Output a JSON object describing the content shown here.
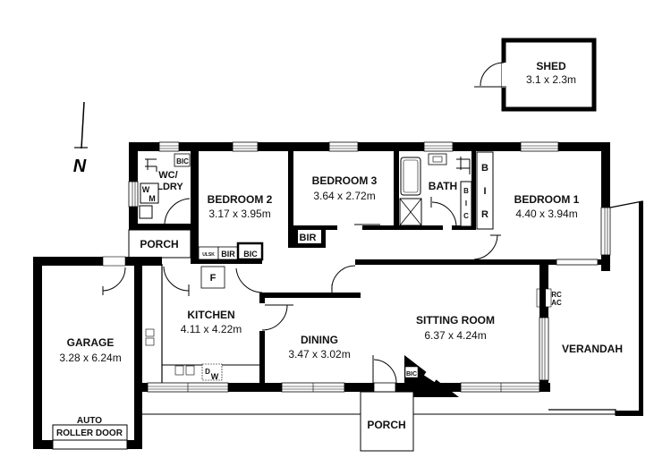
{
  "compass": {
    "label": "N"
  },
  "rooms": {
    "shed": {
      "name": "SHED",
      "dims": "3.1 x 2.3m"
    },
    "wc_ldry": {
      "name_line1": "WC/",
      "name_line2": "LDRY",
      "w": "W",
      "m": "M",
      "bic": "BIC"
    },
    "bedroom2": {
      "name": "BEDROOM 2",
      "dims": "3.17 x 3.95m"
    },
    "bedroom3": {
      "name": "BEDROOM 3",
      "dims": "3.64 x 2.72m",
      "bir": "BIR"
    },
    "bath": {
      "name": "BATH",
      "bic": [
        "B",
        "I",
        "C"
      ]
    },
    "bedroom1": {
      "name": "BEDROOM 1",
      "dims": "4.40 x 3.94m",
      "bir": [
        "B",
        "I",
        "R"
      ]
    },
    "porch_top": {
      "name": "PORCH"
    },
    "linen": {
      "ulsk": "ULSK",
      "bir": "BIR",
      "bic": "BIC",
      "f": "F"
    },
    "kitchen": {
      "name": "KITCHEN",
      "dims": "4.11 x 4.22m",
      "dw_d": "D",
      "dw_w": "W"
    },
    "dining": {
      "name": "DINING",
      "dims": "3.47 x 3.02m"
    },
    "sitting": {
      "name": "SITTING ROOM",
      "dims": "6.37 x 4.24m",
      "bic": "BIC"
    },
    "rcac": {
      "line1": "RC",
      "line2": "AC"
    },
    "verandah": {
      "name": "VERANDAH"
    },
    "garage": {
      "name": "GARAGE",
      "dims": "3.28 x 6.24m",
      "door_line1": "AUTO",
      "door_line2": "ROLLER DOOR"
    },
    "porch_bottom": {
      "name": "PORCH"
    }
  }
}
